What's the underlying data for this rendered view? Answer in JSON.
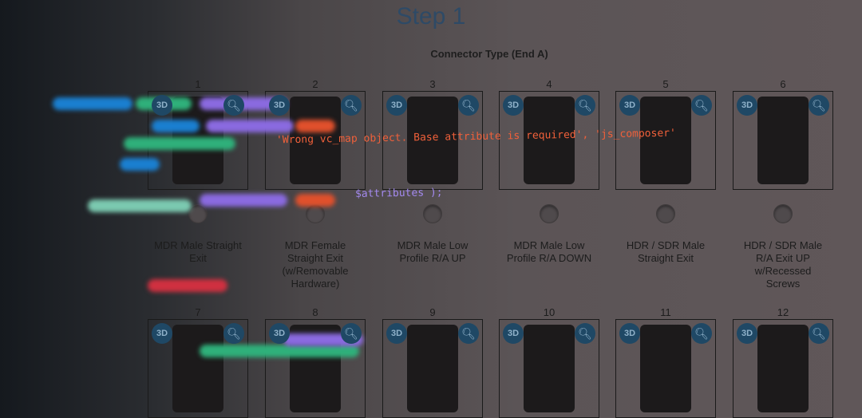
{
  "step_title": "Step 1",
  "section_title": "Connector Type (End A)",
  "badge_3d": "3D",
  "zoom_icon": "magnifier-plus-icon",
  "code": {
    "error_line": "'Wrong vc_map object. Base attribute is required', 'js_composer'",
    "attributes_line": "$attributes );"
  },
  "colors": {
    "accent": "#1f4865",
    "title": "#2e4a66"
  },
  "connectors": [
    {
      "num": "1",
      "label": "MDR Male Straight Exit"
    },
    {
      "num": "2",
      "label": "MDR Female Straight Exit (w/Removable Hardware)"
    },
    {
      "num": "3",
      "label": "MDR Male Low Profile R/A UP"
    },
    {
      "num": "4",
      "label": "MDR Male Low Profile R/A DOWN"
    },
    {
      "num": "5",
      "label": "HDR / SDR Male Straight Exit"
    },
    {
      "num": "6",
      "label": "HDR / SDR Male R/A Exit UP w/Recessed Screws"
    },
    {
      "num": "7"
    },
    {
      "num": "8"
    },
    {
      "num": "9"
    },
    {
      "num": "10"
    },
    {
      "num": "11"
    },
    {
      "num": "12"
    }
  ]
}
